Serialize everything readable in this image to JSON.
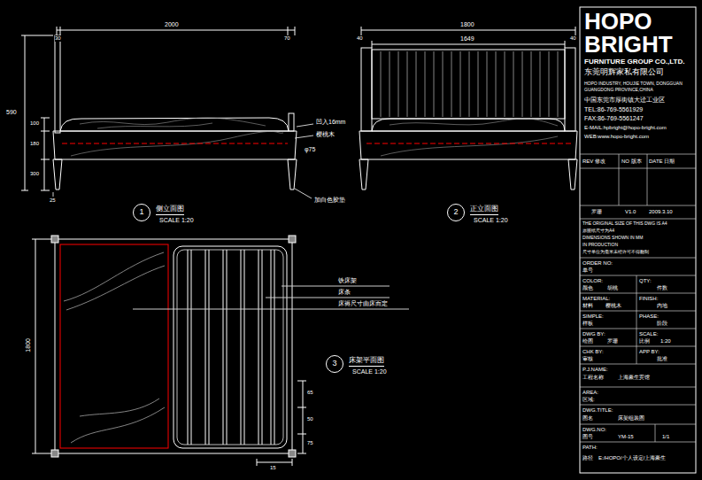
{
  "diagram": {
    "nodes": [
      {
        "text": [
          "1",
          "侧立面图",
          "SCALE 1:20"
        ]
      },
      {
        "text": [
          "2",
          "正立面图",
          "SCALE 1:20"
        ]
      },
      {
        "text": [
          "3",
          "床架平面图",
          "SCALE 1:20"
        ]
      }
    ],
    "labels": [
      "2000",
      "30",
      "70",
      "100",
      "180",
      "590",
      "300",
      "25",
      "凹入16mm",
      "樱桃木",
      "φ75",
      "加白色胶垫",
      "1800",
      "1649",
      "40",
      "40",
      "1800",
      "铁床架",
      "床条",
      "床褥尺寸由床而定",
      "65",
      "50",
      "75",
      "15",
      "HOPO",
      "BRIGHT",
      "FURNITURE GROUP CO.,LTD.",
      "东莞明辉家私有限公司",
      "HOPO INDUSTRY, HOUJIE TOWN, DONGGUAN",
      "GUANGDONG PROVINCE,CHINA",
      "中国东莞市厚街镇大迳工业区",
      "TEL:86-769-5561929",
      "FAX:86-769-5561247",
      "E-MAIL:hpbright@hopo-bright.com",
      "WEB:www.hopo-bright.com",
      "REV 修改",
      "NO 版本",
      "DATE 日期",
      "罗珊",
      "V1.0",
      "2009.3.10",
      "THE ORIGINAL SIZE OF THIS DWG IS A4",
      "原图纸尺寸为A4",
      "DIMENSIONS SHOWN IN MM",
      "IN PRODUCTION",
      "尺寸单位为毫米未经许可不得翻制",
      "ORDER NO:",
      "单号",
      "COLOR:",
      "QTY:",
      "颜色",
      "胡桃",
      "件数",
      "MATERIAL:",
      "FINISH:",
      "材料",
      "樱桃木",
      "内地",
      "SIMPLE:",
      "PHASE:",
      "样板",
      "阶段",
      "DWG BY:",
      "SCALE:",
      "绘图",
      "罗珊",
      "比例",
      "1:20",
      "CHK BY:",
      "APP BY:",
      "审核",
      "批准",
      "P.J.NAME:",
      "工程名称",
      "上海豪生宾馆",
      "AREA:",
      "区域:",
      "DWG.TITLE:",
      "图名",
      "床架组装图",
      "DWG.NO:",
      "图号",
      "YM-15",
      "1/1",
      "PATH:",
      "路径",
      "E:/HOPO/个人设定/上海豪生"
    ]
  }
}
